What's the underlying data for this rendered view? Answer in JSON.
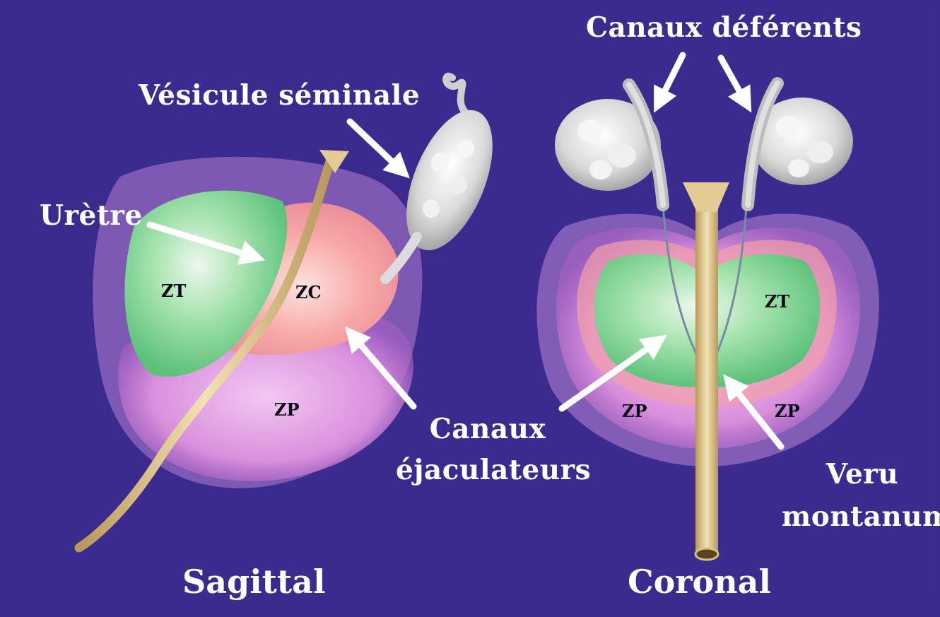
{
  "colors": {
    "background": "#3a2a8c",
    "transition_zone": "#6fd08a",
    "central_zone": "#f5a3a8",
    "peripheral_zone": "#e29ce3",
    "urethra": "#d9c081",
    "vesicle": "#e6e6e6",
    "arrow": "#ffffff"
  },
  "labels": {
    "vesicule_seminale": "Vésicule séminale",
    "urethre": "Urètre",
    "canaux_deferents": "Canaux déférents",
    "canaux_ejaculateurs_1": "Canaux",
    "canaux_ejaculateurs_2": "éjaculateurs",
    "veru_1": "Veru",
    "veru_2": "montanum",
    "sagittal": "Sagittal",
    "coronal": "Coronal"
  },
  "zones": {
    "zt": "ZT",
    "zc": "ZC",
    "zp": "ZP"
  }
}
